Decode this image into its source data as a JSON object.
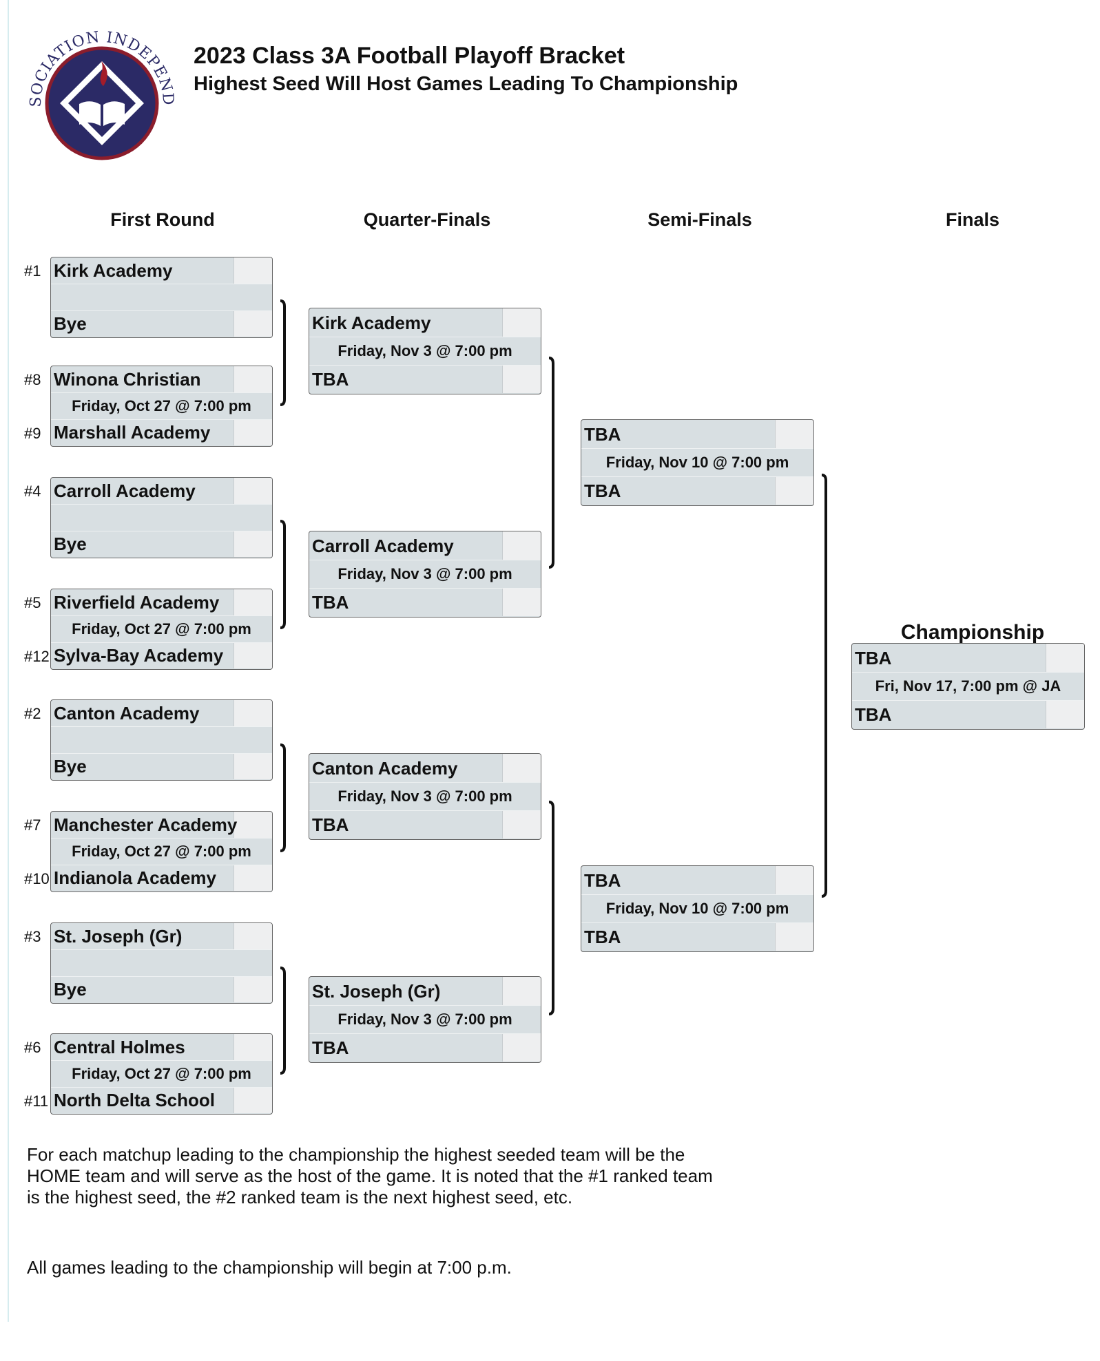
{
  "logo": {
    "ring_text": "MIDSOUTH ASSOCIATION INDEPENDENT SCHOOLS",
    "colors": {
      "navy": "#2b2a66",
      "maroon": "#8b1d2c",
      "flame": "#a31c2a"
    }
  },
  "header": {
    "title": "2023 Class 3A Football Playoff Bracket",
    "subtitle": "Highest Seed Will Host Games Leading To Championship"
  },
  "rounds": [
    "First Round",
    "Quarter-Finals",
    "Semi-Finals",
    "Finals"
  ],
  "first_round": [
    {
      "top_seed": "#1",
      "top": "Kirk Academy",
      "date": "",
      "bottom_seed": "",
      "bottom": "Bye"
    },
    {
      "top_seed": "#8",
      "top": "Winona Christian",
      "date": "Friday, Oct 27 @ 7:00 pm",
      "bottom_seed": "#9",
      "bottom": "Marshall Academy"
    },
    {
      "top_seed": "#4",
      "top": "Carroll Academy",
      "date": "",
      "bottom_seed": "",
      "bottom": "Bye"
    },
    {
      "top_seed": "#5",
      "top": "Riverfield Academy",
      "date": "Friday, Oct 27 @ 7:00 pm",
      "bottom_seed": "#12",
      "bottom": "Sylva-Bay Academy"
    },
    {
      "top_seed": "#2",
      "top": "Canton Academy",
      "date": "",
      "bottom_seed": "",
      "bottom": "Bye"
    },
    {
      "top_seed": "#7",
      "top": "Manchester Academy",
      "date": "Friday, Oct 27 @ 7:00 pm",
      "bottom_seed": "#10",
      "bottom": "Indianola Academy"
    },
    {
      "top_seed": "#3",
      "top": "St. Joseph (Gr)",
      "date": "",
      "bottom_seed": "",
      "bottom": "Bye"
    },
    {
      "top_seed": "#6",
      "top": "Central Holmes",
      "date": "Friday, Oct 27 @ 7:00 pm",
      "bottom_seed": "#11",
      "bottom": "North Delta School"
    }
  ],
  "quarter_finals": [
    {
      "top": "Kirk Academy",
      "date": "Friday, Nov 3 @ 7:00 pm",
      "bottom": "TBA"
    },
    {
      "top": "Carroll Academy",
      "date": "Friday, Nov 3 @ 7:00 pm",
      "bottom": "TBA"
    },
    {
      "top": "Canton Academy",
      "date": "Friday, Nov 3 @ 7:00 pm",
      "bottom": "TBA"
    },
    {
      "top": "St. Joseph (Gr)",
      "date": "Friday, Nov 3 @ 7:00 pm",
      "bottom": "TBA"
    }
  ],
  "semi_finals": [
    {
      "top": "TBA",
      "date": "Friday, Nov 10 @ 7:00 pm",
      "bottom": "TBA"
    },
    {
      "top": "TBA",
      "date": "Friday, Nov 10 @ 7:00 pm",
      "bottom": "TBA"
    }
  ],
  "championship": {
    "label": "Championship",
    "top": "TBA",
    "date": "Fri, Nov 17, 7:00 pm @ JA",
    "bottom": "TBA"
  },
  "notes": {
    "hosting": "For each matchup leading to the championship the highest seeded team will be the\nHOME team and will serve as the host of the game.  It is noted that the #1 ranked team\nis the highest seed, the #2 ranked team is the next highest seed, etc.",
    "start_time": "All games leading to the championship will begin at 7:00 p.m."
  }
}
